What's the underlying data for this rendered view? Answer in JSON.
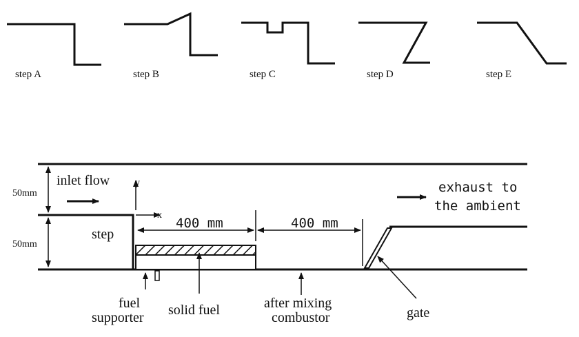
{
  "steps": [
    {
      "label": "step A"
    },
    {
      "label": "step B"
    },
    {
      "label": "step C"
    },
    {
      "label": "step D"
    },
    {
      "label": "step E"
    }
  ],
  "diagram": {
    "inlet_flow": "inlet flow",
    "exhaust_line1": "exhaust to",
    "exhaust_line2": "the ambient",
    "dim_top": "50mm",
    "dim_bottom": "50mm",
    "step": "step",
    "axis_y": "y",
    "axis_x": "x",
    "len_fuel": "400 mm",
    "len_after": "400 mm",
    "fuel_supporter_line1": "fuel",
    "fuel_supporter_line2": "supporter",
    "solid_fuel": "solid fuel",
    "after_mixing_line1": "after mixing",
    "after_mixing_line2": "combustor",
    "gate": "gate"
  }
}
